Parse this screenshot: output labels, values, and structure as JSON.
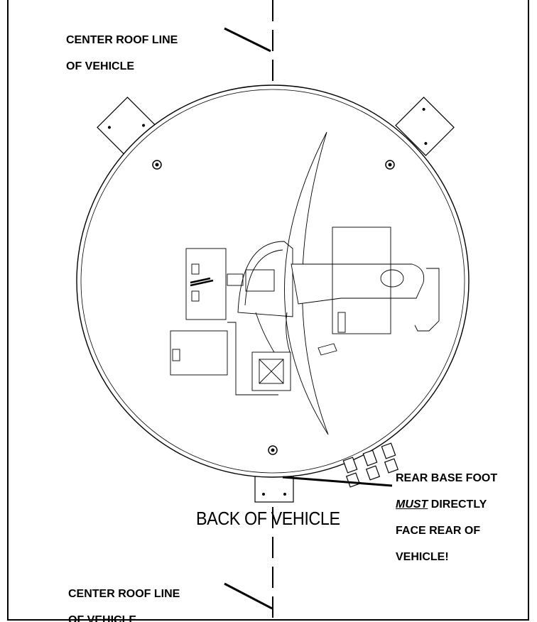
{
  "labels": {
    "center_top_1": "CENTER ROOF LINE",
    "center_top_2": "OF VEHICLE",
    "center_bottom_1": "CENTER ROOF LINE",
    "center_bottom_2": "OF VEHICLE",
    "back_of_vehicle": "BACK OF VEHICLE",
    "rear_foot_1": "REAR BASE FOOT",
    "rear_foot_must": "MUST",
    "rear_foot_2_rest": " DIRECTLY",
    "rear_foot_3": "FACE REAR OF",
    "rear_foot_4": "VEHICLE!"
  },
  "colors": {
    "line": "#000000",
    "background": "#ffffff",
    "fill": "#ffffff"
  }
}
